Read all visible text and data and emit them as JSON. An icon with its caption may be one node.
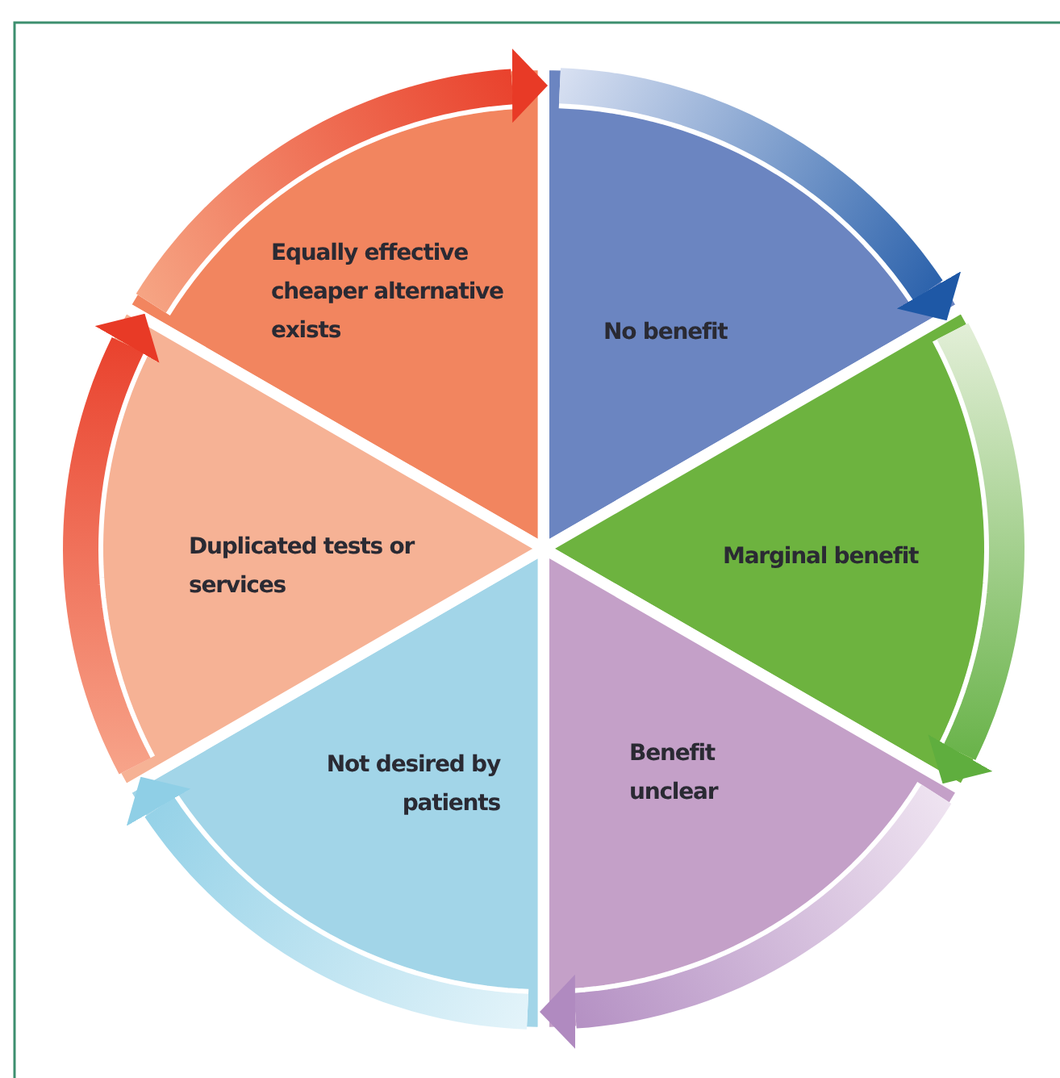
{
  "diagram": {
    "nodes": [
      {
        "text": [
          "Equally effective cheaper alternative exists"
        ]
      },
      {
        "text": [
          "No benefit"
        ]
      },
      {
        "text": [
          "Marginal benefit"
        ]
      },
      {
        "text": [
          "Benefit unclear"
        ]
      },
      {
        "text": [
          "Not desired by patients"
        ]
      },
      {
        "text": [
          "Duplicated tests or services"
        ]
      }
    ],
    "edges": [
      {
        "from": 0,
        "to": 1,
        "arrow": "to",
        "color": "#e83a26"
      },
      {
        "from": 1,
        "to": 2,
        "arrow": "to",
        "color": "#1e58a6"
      },
      {
        "from": 2,
        "to": 3,
        "arrow": "to",
        "color": "#5fae3e"
      },
      {
        "from": 3,
        "to": 4,
        "arrow": "to",
        "color": "#b08ac0"
      },
      {
        "from": 4,
        "to": 5,
        "arrow": "to",
        "color": "#8fcfe6"
      },
      {
        "from": 5,
        "to": 0,
        "arrow": "to",
        "color": "#e83a26"
      }
    ]
  }
}
